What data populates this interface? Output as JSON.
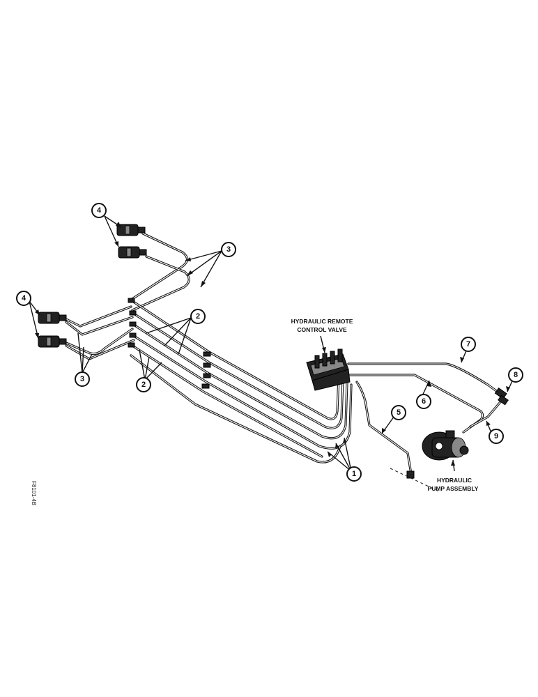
{
  "labels": {
    "control_valve_line1": "HYDRAULIC REMOTE",
    "control_valve_line2": "CONTROL VALVE",
    "pump_line1": "HYDRAULIC",
    "pump_line2": "PUMP ASSEMBLY"
  },
  "figure_code": "F8101-4B",
  "callouts": {
    "c1": "1",
    "c2a": "2",
    "c2b": "2",
    "c3a": "3",
    "c3b": "3",
    "c4a": "4",
    "c4b": "4",
    "c5": "5",
    "c6": "6",
    "c7": "7",
    "c8": "8",
    "c9": "9"
  }
}
